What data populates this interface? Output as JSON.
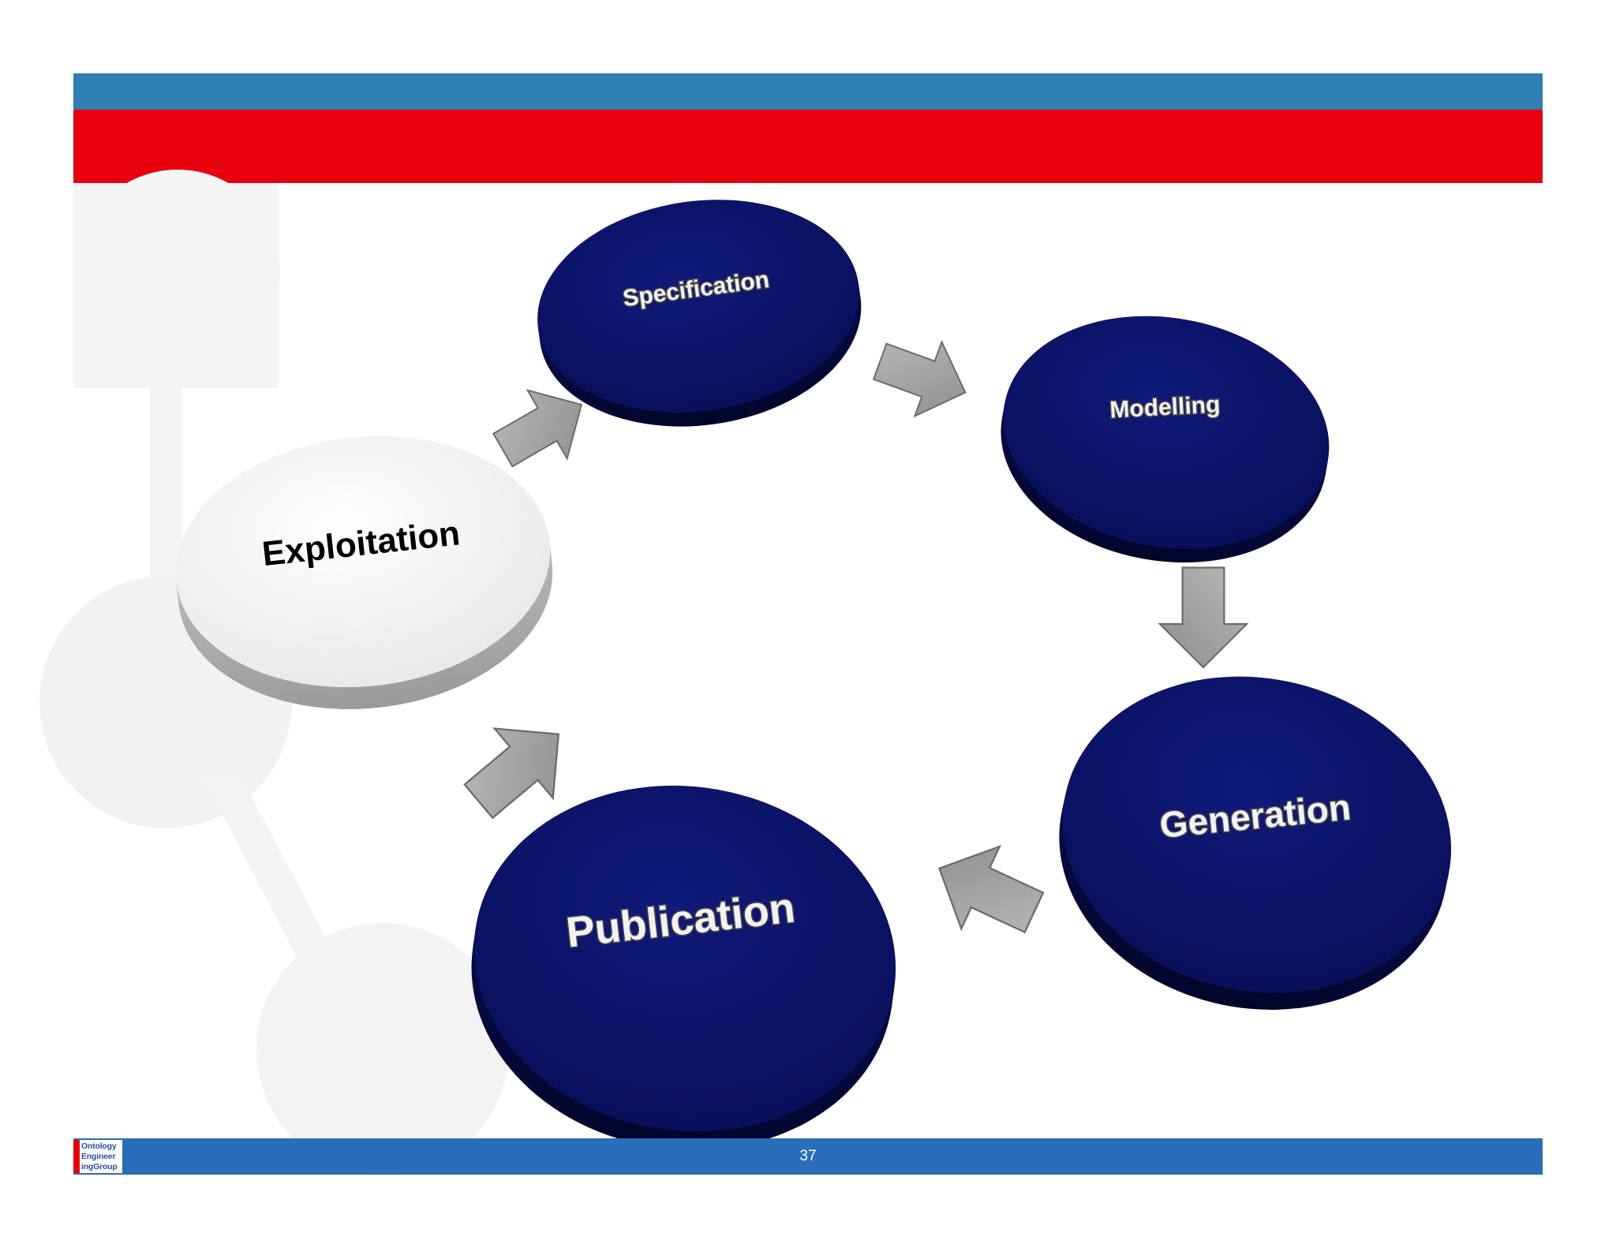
{
  "colors": {
    "header_blue": "#2f7fb4",
    "header_red": "#e8000c",
    "footer_blue": "#2a6db8",
    "disk_navy": "#0b1264",
    "disk_white": "#f4f4f4",
    "arrow_gray": "#a4a4a4",
    "watermark_gray": "#f3f3f3"
  },
  "footer": {
    "page_number": "37",
    "logo_lines": [
      "Ontology",
      "Engineer",
      "ingGroup"
    ]
  },
  "diagram": {
    "type": "cycle",
    "stages": [
      {
        "label": "Specification",
        "active": false
      },
      {
        "label": "Modelling",
        "active": false
      },
      {
        "label": "Generation",
        "active": false
      },
      {
        "label": "Publication",
        "active": false
      },
      {
        "label": "Exploitation",
        "active": true
      }
    ],
    "edges": [
      {
        "from": "Specification",
        "to": "Modelling"
      },
      {
        "from": "Modelling",
        "to": "Generation"
      },
      {
        "from": "Generation",
        "to": "Publication"
      },
      {
        "from": "Publication",
        "to": "Exploitation"
      },
      {
        "from": "Exploitation",
        "to": "Specification"
      }
    ],
    "arrow_icon": "block-arrow-icon"
  }
}
